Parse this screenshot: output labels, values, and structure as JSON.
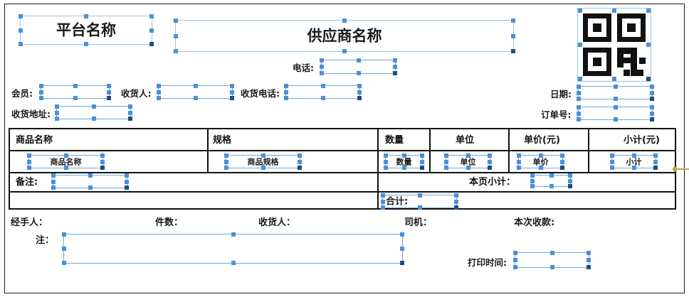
{
  "document": {
    "type": "delivery-receipt-template",
    "language": "zh-CN"
  },
  "header": {
    "platform_name": "平台名称",
    "supplier_name": "供应商名称",
    "phone_label": "电话:",
    "phone_value": "",
    "member_label": "会员:",
    "member_value": "",
    "consignee_label": "收货人:",
    "consignee_value": "",
    "consignee_phone_label": "收货电话:",
    "consignee_phone_value": "",
    "address_label": "收货地址:",
    "address_value": "",
    "date_label": "日期:",
    "date_value": "",
    "order_no_label": "订单号:",
    "order_no_value": "",
    "qr_name": "qr-code"
  },
  "table": {
    "headers": [
      "商品名称",
      "规格",
      "数量",
      "单位",
      "单价(元)",
      "小计(元)"
    ],
    "placeholder_row": [
      "商品名称",
      "商品规格",
      "数量",
      "单位",
      "单价",
      "小计"
    ],
    "remark_label": "备注:",
    "remark_value": "",
    "page_subtotal_label": "本页小计：",
    "page_subtotal_value": "",
    "total_label": "合计:",
    "total_value": ""
  },
  "footer": {
    "handler_label": "经手人：",
    "pieces_label": "件数：",
    "receiver_label": "收货人：",
    "driver_label": "司机：",
    "payment_label": "本次收款:",
    "note_label": "注：",
    "note_value": "",
    "print_time_label": "打印时间:",
    "print_time_value": ""
  },
  "colors": {
    "selection_stroke": "#6fa8dc",
    "selection_handle": "#4a90d9",
    "selection_handle_active": "#1f4e79",
    "border": "#111111",
    "text": "#1a1a1a",
    "marker": "#b8a94a"
  }
}
